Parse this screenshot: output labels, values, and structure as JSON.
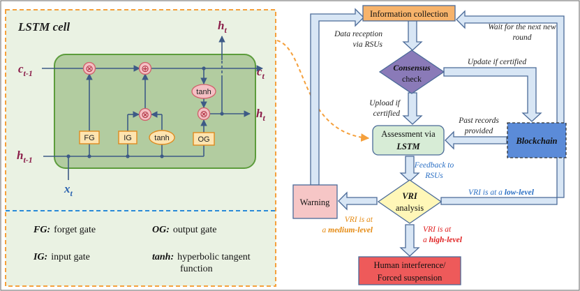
{
  "lstm": {
    "title": "LSTM cell",
    "c_in": "c",
    "c_in_sub": "t-1",
    "c_out": "c",
    "c_out_sub": "t",
    "h_in": "h",
    "h_in_sub": "t-1",
    "h_out_right": "h",
    "h_out_right_sub": "t",
    "h_out_top": "h",
    "h_out_top_sub": "t",
    "x_in": "x",
    "x_in_sub": "t",
    "gates": {
      "fg": "FG",
      "ig": "IG",
      "tanh_gate": "tanh",
      "og": "OG",
      "tanh_top": "tanh"
    },
    "ops": {
      "mult": "⊗",
      "add": "⊕"
    }
  },
  "legend": {
    "fg_key": "FG:",
    "fg_val": "forget gate",
    "og_key": "OG:",
    "og_val": "output gate",
    "ig_key": "IG:",
    "ig_val": "input gate",
    "tanh_key": "tanh:",
    "tanh_val_1": "hyperbolic tangent",
    "tanh_val_2": "function"
  },
  "flow": {
    "info_collection": "Information collection",
    "data_reception_1": "Data reception",
    "data_reception_2": "via RSUs",
    "wait_1": "Wait for the next new",
    "wait_2": "round",
    "consensus_1": "Consensus",
    "consensus_2": "check",
    "update_if_certified": "Update if certified",
    "upload_1": "Upload if",
    "upload_2": "certified",
    "past_records_1": "Past records",
    "past_records_2": "provided",
    "assessment_1": "Assessment via",
    "assessment_2": "LSTM",
    "blockchain": "Blockchain",
    "feedback_1": "Feedback to",
    "feedback_2": "RSUs",
    "vri_1": "VRI",
    "vri_2": "analysis",
    "low_level_prefix": "VRI is at a ",
    "low_level_em": "low-level",
    "warning": "Warning",
    "medium_1": "VRI is at",
    "medium_2_prefix": "a ",
    "medium_2_em": "medium-level",
    "high_1": "VRI is at",
    "high_2_prefix": "a ",
    "high_2_em": "high-level",
    "human_1": "Human interference/",
    "human_2": "Forced suspension"
  },
  "colors": {
    "lstm_panel_bg": "#eaf2e3",
    "cell_fill": "#9fbf8a",
    "cell_stroke": "#5c9c3c",
    "dashed_orange": "#f5a03c",
    "dashed_blue": "#2a8ad8",
    "gate_fill": "#fde4b0",
    "gate_stroke": "#e08a1e",
    "op_fill": "#f4c0c4",
    "op_stroke": "#d0606a",
    "maroon": "#8b1e4a",
    "x_blue": "#2b63b0",
    "info_fill": "#f7b36b",
    "consensus_fill": "#8a7ab8",
    "assess_fill": "#d7ecd6",
    "blockchain_fill": "#5b8bd8",
    "vri_fill": "#fff7b8",
    "warning_fill": "#f6c6c6",
    "human_fill": "#ee5a5a",
    "arrow_fill": "#d8e6f5",
    "arrow_stroke": "#4a6a98",
    "feedback_blue": "#2a6fc4",
    "medium_orange": "#e58a12",
    "high_red": "#e02020"
  }
}
